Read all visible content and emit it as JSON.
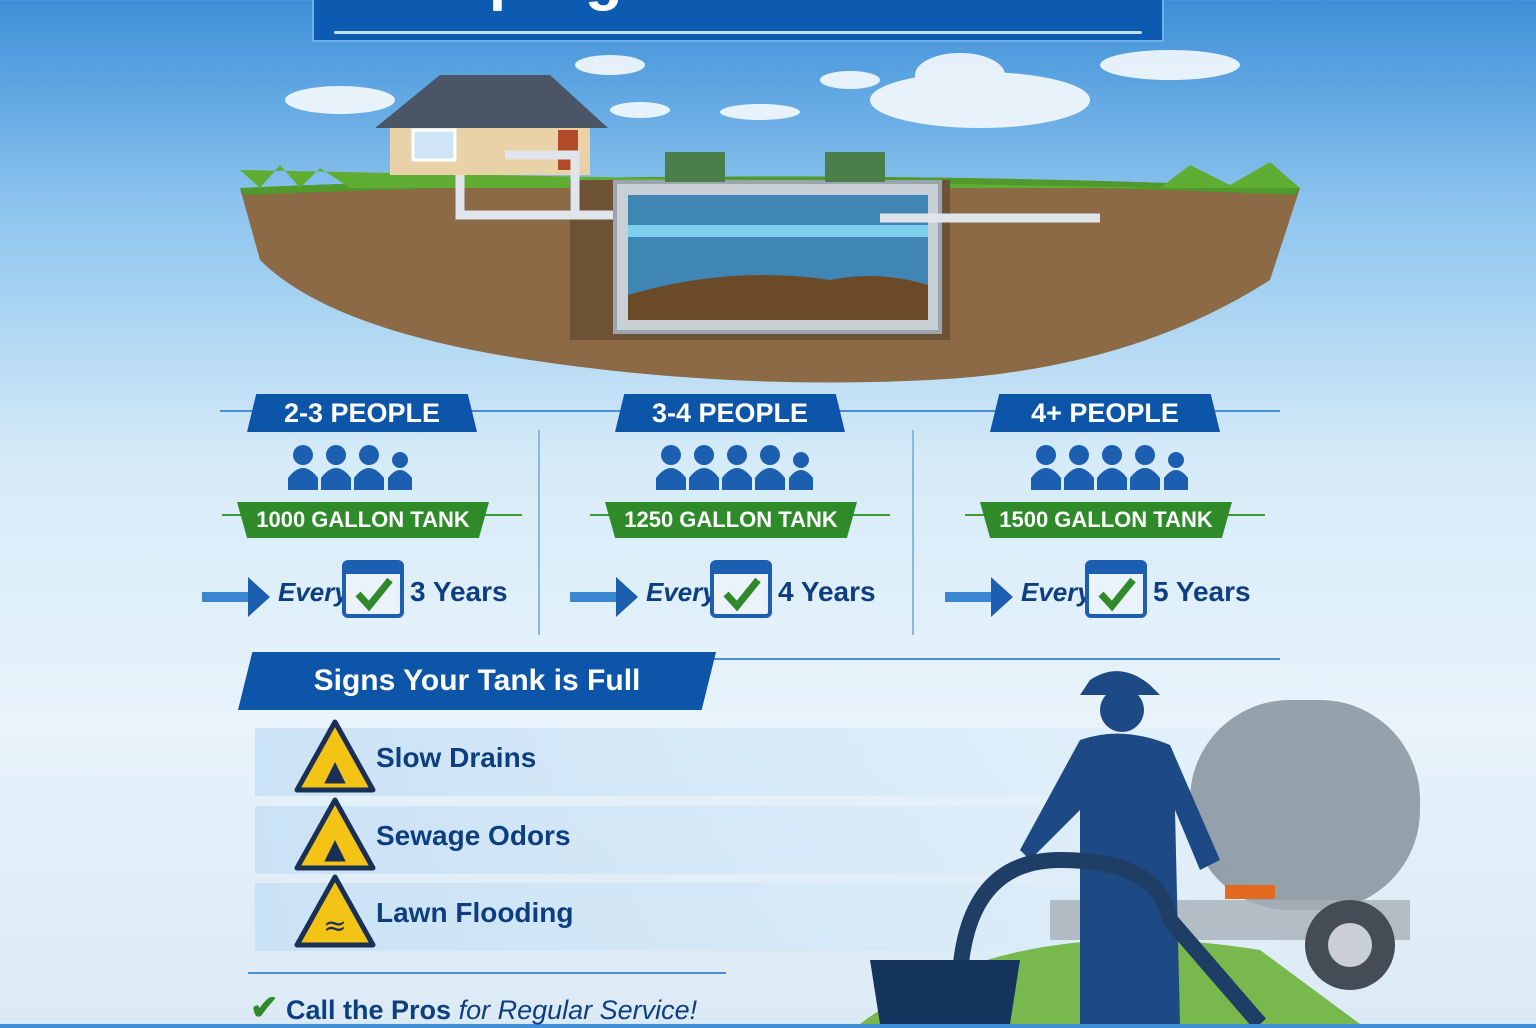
{
  "title": "Pumping Schedule Guide",
  "tiers": [
    {
      "people": "2-3 PEOPLE",
      "icons": 4,
      "tank": "1000 GALLON TANK",
      "every": "Every",
      "years": "3 Years"
    },
    {
      "people": "3-4 PEOPLE",
      "icons": 5,
      "tank": "1250 GALLON TANK",
      "every": "Every",
      "years": "4 Years"
    },
    {
      "people": "4+ PEOPLE",
      "icons": 5,
      "tank": "1500 GALLON TANK",
      "every": "Every",
      "years": "5 Years"
    }
  ],
  "signs": {
    "heading": "Signs Your Tank is Full",
    "items": [
      {
        "label": "Slow Drains",
        "icon": "faucet-warning-icon"
      },
      {
        "label": "Sewage Odors",
        "icon": "drops-warning-icon"
      },
      {
        "label": "Lawn Flooding",
        "icon": "flood-warning-icon"
      }
    ]
  },
  "cta": "Call the Pros",
  "cta_suffix": "for Regular Service!",
  "colors": {
    "blue": "#0d55a8",
    "green": "#2f8a2a",
    "warning": "#f3c316",
    "text": "#0d3f80"
  }
}
